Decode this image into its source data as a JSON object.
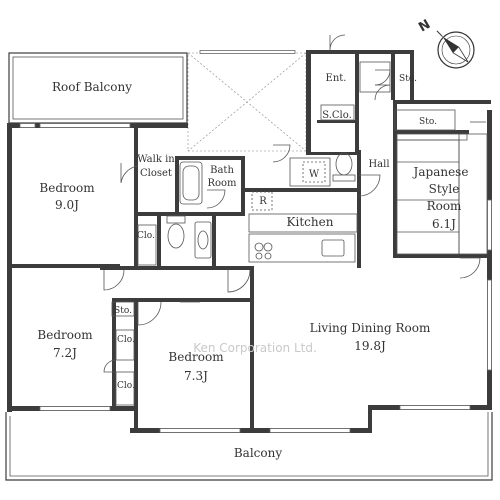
{
  "rooms": {
    "roof_balcony": "Roof Balcony",
    "entrance": "Ent.",
    "shoe_closet": "S.Clo.",
    "storage_top_right": "Sto.",
    "storage_right": "Sto.",
    "walk_in_closet_line1": "Walk in",
    "walk_in_closet_line2": "Closet",
    "bath_line1": "Bath",
    "bath_line2": "Room",
    "washer": "W",
    "fridge": "R",
    "kitchen": "Kitchen",
    "hall": "Hall",
    "japanese_line1": "Japanese",
    "japanese_line2": "Style",
    "japanese_line3": "Room",
    "japanese_size": "6.1J",
    "bedroom1": "Bedroom",
    "bedroom1_size": "9.0J",
    "closet_a": "Clo.",
    "bedroom2": "Bedroom",
    "bedroom2_size": "7.2J",
    "storage_left": "Sto.",
    "closet_b": "Clo.",
    "closet_c": "Clo.",
    "bedroom3": "Bedroom",
    "bedroom3_size": "7.3J",
    "living": "Living Dining Room",
    "living_size": "19.8J",
    "balcony": "Balcony"
  },
  "compass_letter": "N",
  "watermark": "Ken Corporation Ltd.",
  "colors": {
    "wall": "#3c3c3c",
    "line": "#555555",
    "text": "#333333"
  }
}
